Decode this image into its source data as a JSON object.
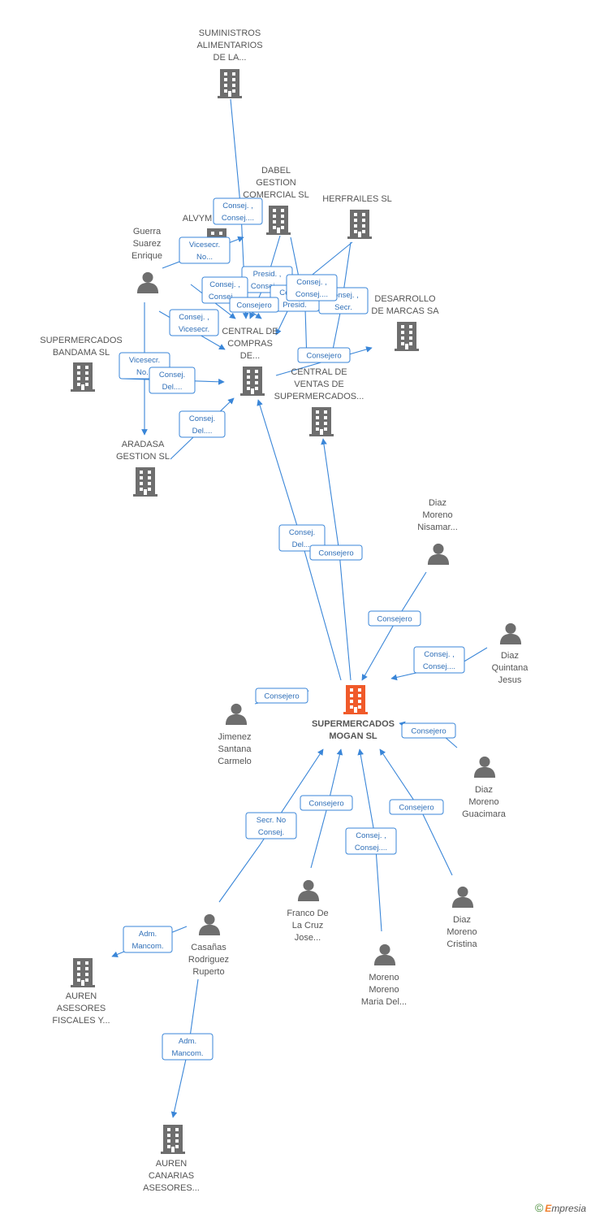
{
  "colors": {
    "edge": "#3a86d8",
    "edge_text": "#2f6fb8",
    "node_gray": "#6e6e6e",
    "center_node": "#f05a2a",
    "label": "#555555"
  },
  "footer": {
    "copyright": "©",
    "brand_first": "E",
    "brand_rest": "mpresia"
  },
  "nodes": [
    {
      "id": "suministros",
      "kind": "company",
      "label": [
        "SUMINISTROS",
        "ALIMENTARIOS",
        "DE LA..."
      ]
    },
    {
      "id": "dabel",
      "kind": "company",
      "label": [
        "DABEL",
        "GESTION",
        "COMERCIAL SL"
      ]
    },
    {
      "id": "herfrailes",
      "kind": "company",
      "label": [
        "HERFRAILES SL"
      ]
    },
    {
      "id": "alvym",
      "kind": "company",
      "label": [
        "ALVYM"
      ]
    },
    {
      "id": "guerra",
      "kind": "person",
      "label": [
        "Guerra",
        "Suarez",
        "Enrique"
      ]
    },
    {
      "id": "desarrollo",
      "kind": "company",
      "label": [
        "DESARROLLO",
        "DE MARCAS SA"
      ]
    },
    {
      "id": "bandama",
      "kind": "company",
      "label": [
        "SUPERMERCADOS",
        "BANDAMA SL"
      ]
    },
    {
      "id": "central_compras",
      "kind": "company",
      "label": [
        "CENTRAL DE",
        "COMPRAS",
        "DE..."
      ]
    },
    {
      "id": "central_ventas",
      "kind": "company",
      "label": [
        "CENTRAL DE",
        "VENTAS DE",
        "SUPERMERCADOS..."
      ]
    },
    {
      "id": "aradasa",
      "kind": "company",
      "label": [
        "ARADASA",
        "GESTION SL"
      ]
    },
    {
      "id": "nisamar",
      "kind": "person",
      "label": [
        "Diaz",
        "Moreno",
        "Nisamar..."
      ]
    },
    {
      "id": "quintana",
      "kind": "person",
      "label": [
        "Diaz",
        "Quintana",
        "Jesus"
      ]
    },
    {
      "id": "mogan",
      "kind": "center",
      "label": [
        "SUPERMERCADOS",
        "MOGAN SL"
      ]
    },
    {
      "id": "jimenez",
      "kind": "person",
      "label": [
        "Jimenez",
        "Santana",
        "Carmelo"
      ]
    },
    {
      "id": "guacimara",
      "kind": "person",
      "label": [
        "Diaz",
        "Moreno",
        "Guacimara"
      ]
    },
    {
      "id": "franco",
      "kind": "person",
      "label": [
        "Franco De",
        "La Cruz",
        "Jose..."
      ]
    },
    {
      "id": "cristina",
      "kind": "person",
      "label": [
        "Diaz",
        "Moreno",
        "Cristina"
      ]
    },
    {
      "id": "casanas",
      "kind": "person",
      "label": [
        "Casañas",
        "Rodriguez",
        "Ruperto"
      ]
    },
    {
      "id": "maria",
      "kind": "person",
      "label": [
        "Moreno",
        "Moreno",
        "Maria Del..."
      ]
    },
    {
      "id": "auren_fiscales",
      "kind": "company",
      "label": [
        "AUREN",
        "ASESORES",
        "FISCALES Y..."
      ]
    },
    {
      "id": "auren_canarias",
      "kind": "company",
      "label": [
        "AUREN",
        "CANARIAS",
        "ASESORES..."
      ]
    }
  ],
  "edge_labels": [
    {
      "id": "e_consej_consej_top",
      "lines": [
        "Consej. ,",
        "Consej...."
      ]
    },
    {
      "id": "e_vicesecr_no",
      "lines": [
        "Vicesecr.",
        "No..."
      ]
    },
    {
      "id": "e_presid_consej",
      "lines": [
        "Presid. ,",
        "Consej...."
      ]
    },
    {
      "id": "e_consej_consej_mid",
      "lines": [
        "Consej. ,",
        "Consej...."
      ]
    },
    {
      "id": "e_consej_presid",
      "lines": [
        "Consej. ,",
        "Presid."
      ]
    },
    {
      "id": "e_consej_secr",
      "lines": [
        "Consej. ,",
        "Secr."
      ]
    },
    {
      "id": "e_consej_consej_left",
      "lines": [
        "Consej. ,",
        "Consej...."
      ]
    },
    {
      "id": "e_consejero_small",
      "lines": [
        "Consejero"
      ]
    },
    {
      "id": "e_consej_vicesecr",
      "lines": [
        "Consej. ,",
        "Vicesecr."
      ]
    },
    {
      "id": "e_consejero_desarrollo",
      "lines": [
        "Consejero"
      ]
    },
    {
      "id": "e_vicesecr_no_2",
      "lines": [
        "Vicesecr.",
        "No..."
      ]
    },
    {
      "id": "e_consej_del_bandama",
      "lines": [
        "Consej.",
        "Del...."
      ]
    },
    {
      "id": "e_consej_del_aradasa",
      "lines": [
        "Consej.",
        "Del...."
      ]
    },
    {
      "id": "e_consej_del_mogan",
      "lines": [
        "Consej.",
        "Del...."
      ]
    },
    {
      "id": "e_consejero_ventas",
      "lines": [
        "Consejero"
      ]
    },
    {
      "id": "e_consejero_nisamar",
      "lines": [
        "Consejero"
      ]
    },
    {
      "id": "e_consej_consej_quintana",
      "lines": [
        "Consej. ,",
        "Consej...."
      ]
    },
    {
      "id": "e_consejero_jimenez",
      "lines": [
        "Consejero"
      ]
    },
    {
      "id": "e_consejero_guacimara",
      "lines": [
        "Consejero"
      ]
    },
    {
      "id": "e_secr_no_consej",
      "lines": [
        "Secr.  No",
        "Consej."
      ]
    },
    {
      "id": "e_consejero_franco",
      "lines": [
        "Consejero"
      ]
    },
    {
      "id": "e_consejero_cristina",
      "lines": [
        "Consejero"
      ]
    },
    {
      "id": "e_consej_consej_maria",
      "lines": [
        "Consej. ,",
        "Consej...."
      ]
    },
    {
      "id": "e_adm_mancom_1",
      "lines": [
        "Adm.",
        "Mancom."
      ]
    },
    {
      "id": "e_adm_mancom_2",
      "lines": [
        "Adm.",
        "Mancom."
      ]
    }
  ]
}
